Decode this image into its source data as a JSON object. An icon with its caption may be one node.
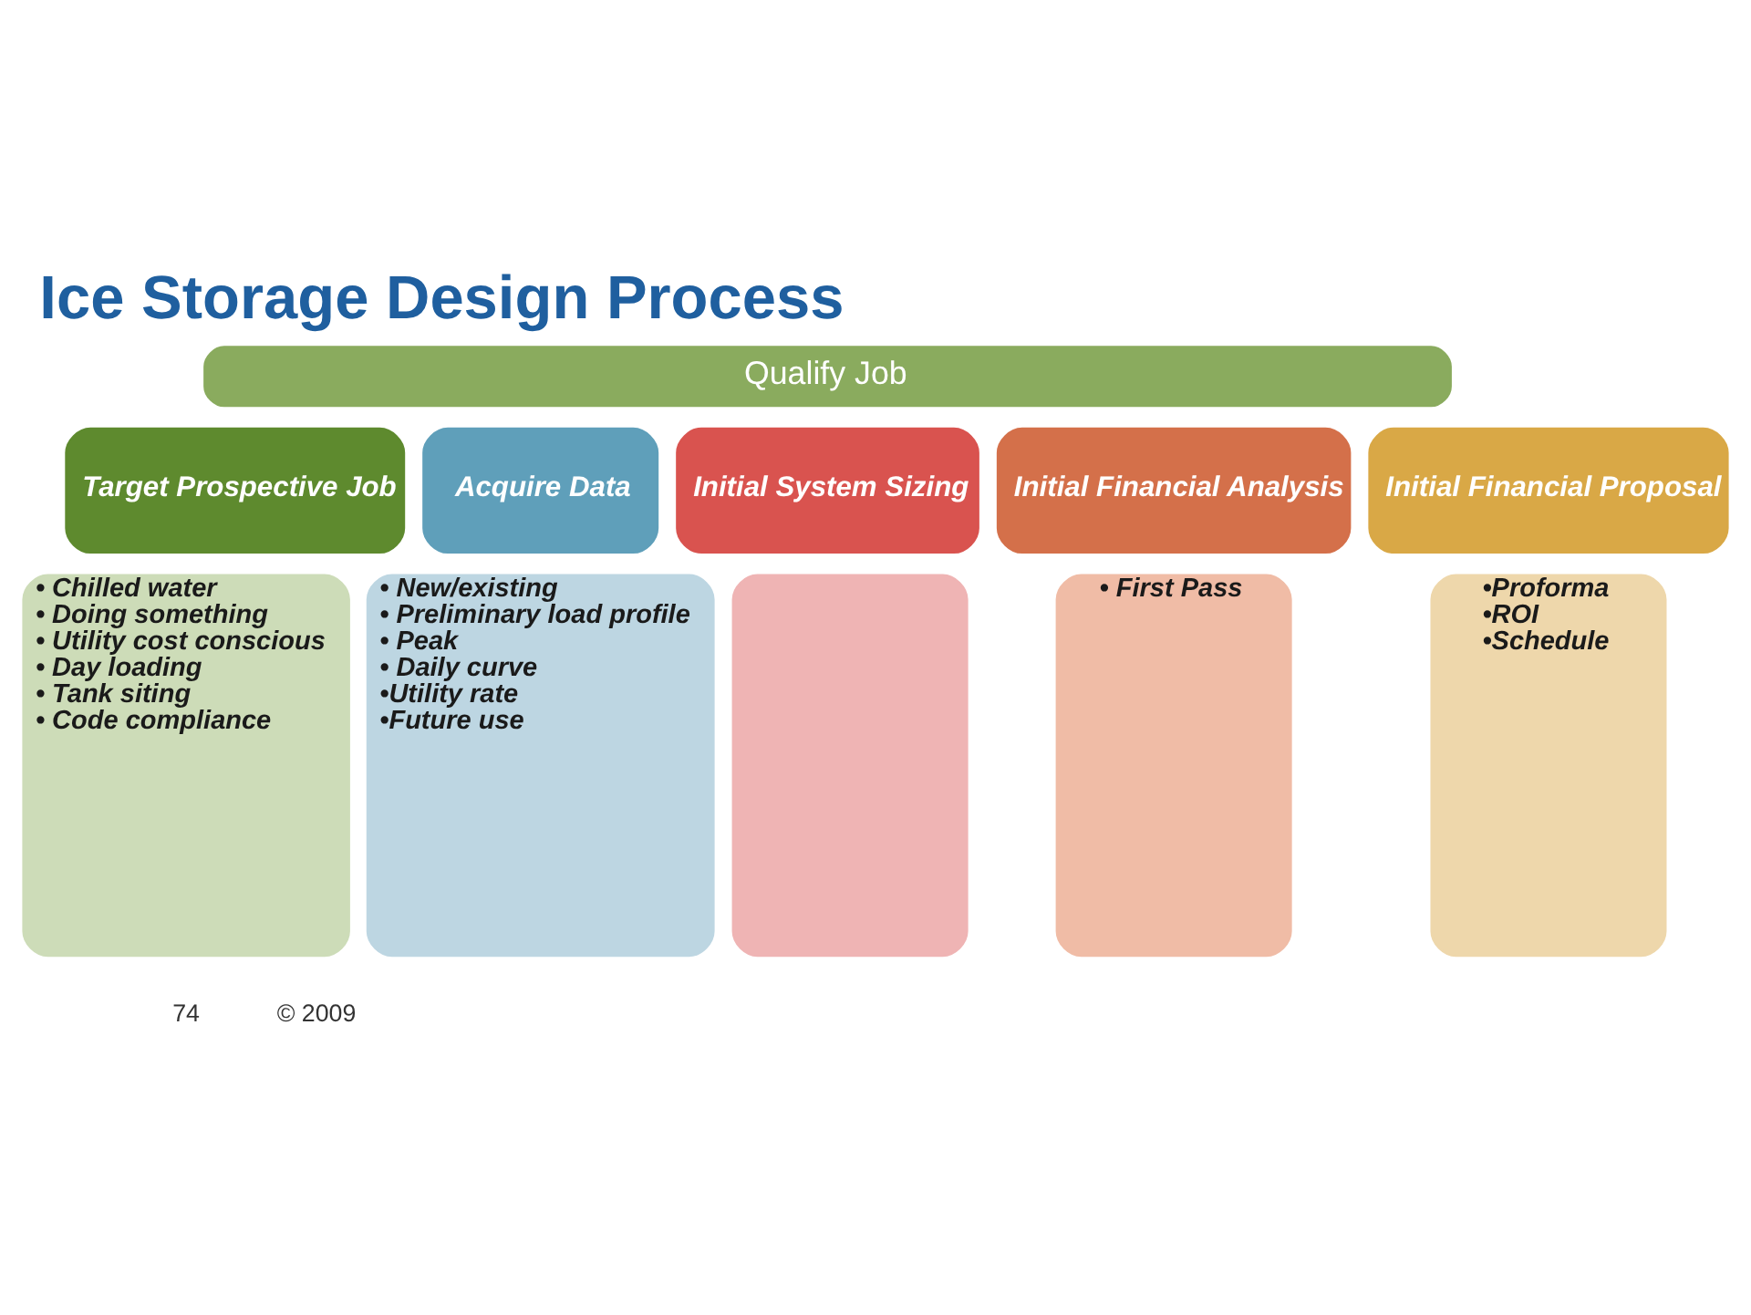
{
  "diagram": {
    "title": "Ice Storage Design Process",
    "nodes": [
      {
        "text": [
          "Qualify Job"
        ]
      },
      {
        "text": [
          "Target Prospective Job"
        ]
      },
      {
        "text": [
          "Acquire Data"
        ]
      },
      {
        "text": [
          "Initial System Sizing"
        ]
      },
      {
        "text": [
          "Initial Financial Analysis"
        ]
      },
      {
        "text": [
          "Initial Financial Proposal"
        ]
      },
      {
        "text": [
          "• Chilled water",
          "• Doing something",
          "• Utility cost conscious",
          "• Day loading",
          "• Tank siting",
          "• Code compliance"
        ]
      },
      {
        "text": [
          "• New/existing",
          "• Preliminary load profile",
          "• Peak",
          "• Daily curve",
          "•Utility rate",
          "•Future use"
        ]
      },
      {
        "text": [],
        "shape": "box"
      },
      {
        "text": [
          "• First Pass"
        ]
      },
      {
        "text": [
          "•Proforma",
          "•ROI",
          "•Schedule"
        ]
      }
    ],
    "edges": [],
    "labels": [
      "74",
      "© 2009"
    ]
  }
}
